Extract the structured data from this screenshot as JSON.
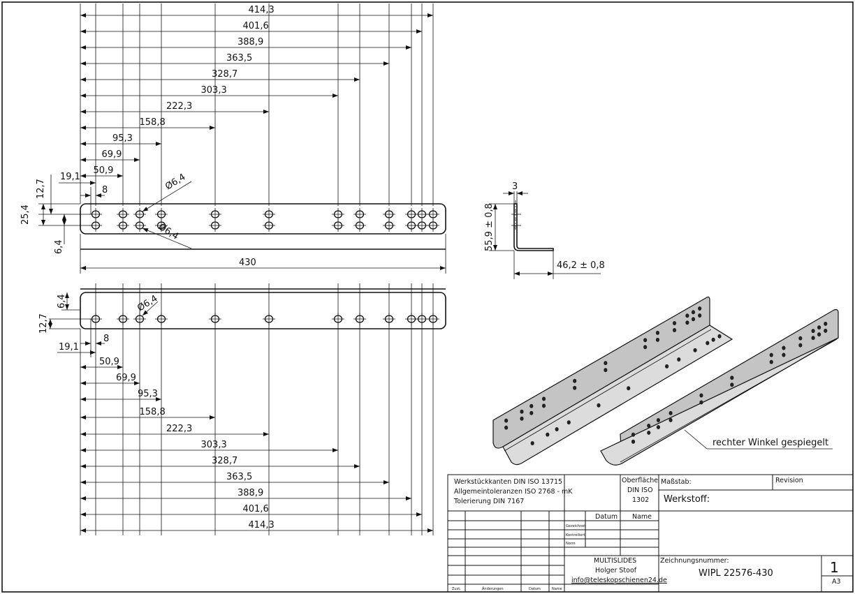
{
  "views": {
    "top_dimensions": [
      "414,3",
      "401,6",
      "388,9",
      "363,5",
      "328,7",
      "303,3",
      "222,3",
      "158,8",
      "95,3",
      "69,9",
      "50,9",
      "19,1",
      "8"
    ],
    "top_left": {
      "d1": "12,7",
      "d2": "25,4",
      "d3": "6,4"
    },
    "top_hole_labels": {
      "upper": "Ø6,4",
      "lower": "Ø6,4"
    },
    "overall_length": "430",
    "bottom_left": {
      "d1": "6,4",
      "d2": "12,7"
    },
    "bottom_hole_label": "Ø6,4",
    "bottom_dimensions": [
      "19,1",
      "8",
      "50,9",
      "69,9",
      "95,3",
      "158,8",
      "222,3",
      "303,3",
      "328,7",
      "363,5",
      "388,9",
      "401,6",
      "414,3"
    ],
    "section": {
      "thickness": "3",
      "height": "55,9 ± 0,8",
      "width": "46,2 ± 0,8"
    },
    "iso_note": "rechter Winkel gespiegelt"
  },
  "title_block": {
    "general_notes": [
      "Werkstückkanten DIN ISO 13715",
      "Allgemeintoleranzen ISO 2768 - mK",
      "Tolerierung DIN 7167"
    ],
    "surface": [
      "Oberfläche",
      "DIN ISO",
      "1302"
    ],
    "scale_label": "Maßstab:",
    "revision_label": "Revision",
    "material_label": "Werkstoff:",
    "date_header": "Datum",
    "name_header": "Name",
    "rows": [
      "Gezeichnet",
      "Kontrolliert",
      "Norm"
    ],
    "company": [
      "MULTISLIDES",
      "Holger Stoof",
      "info@teleskopschienen24.de"
    ],
    "drawing_number_label": "Zeichnungsnummer:",
    "drawing_number": "WIPL 22576-430",
    "sheet_number": "1",
    "format": "A3",
    "footer": [
      "Zust.",
      "Änderungen",
      "Datum",
      "Name"
    ]
  }
}
